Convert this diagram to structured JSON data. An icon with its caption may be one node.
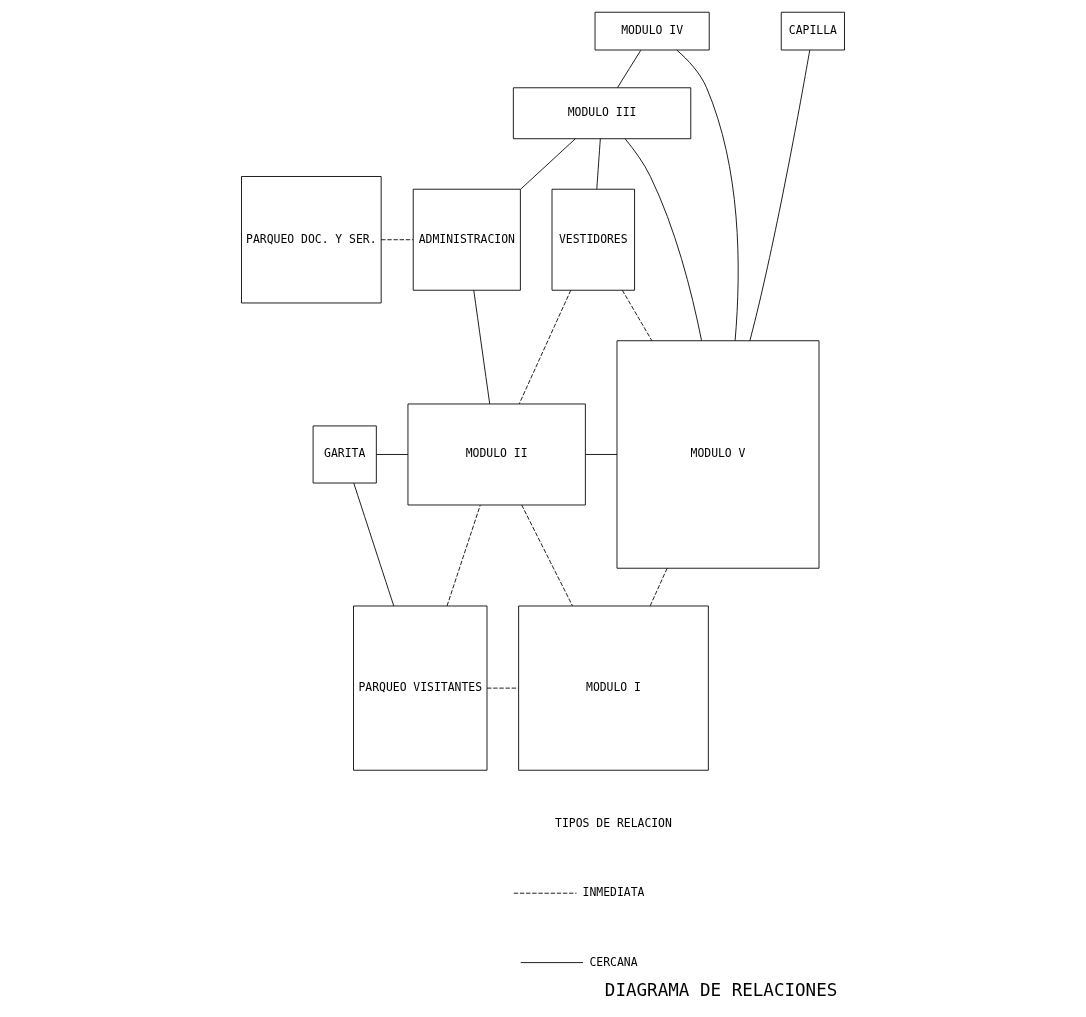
{
  "diagram": {
    "title": "DIAGRAMA DE RELACIONES",
    "nodes": [
      {
        "text": [
          "MODULO IV"
        ]
      },
      {
        "text": [
          "CAPILLA"
        ]
      },
      {
        "text": [
          "MODULO III"
        ]
      },
      {
        "text": [
          "PARQUEO DOC. Y SER."
        ]
      },
      {
        "text": [
          "ADMINISTRACION"
        ]
      },
      {
        "text": [
          "VESTIDORES"
        ]
      },
      {
        "text": [
          "GARITA"
        ]
      },
      {
        "text": [
          "MODULO II"
        ]
      },
      {
        "text": [
          "MODULO V"
        ]
      },
      {
        "text": [
          "PARQUEO VISITANTES"
        ]
      },
      {
        "text": [
          "MODULO I"
        ]
      }
    ],
    "edges": [
      {
        "from": 0,
        "to": 2,
        "arrow": "none"
      },
      {
        "from": 0,
        "to": 8,
        "arrow": "none"
      },
      {
        "from": 1,
        "to": 8,
        "arrow": "none"
      },
      {
        "from": 2,
        "to": 8,
        "arrow": "none"
      },
      {
        "from": 2,
        "to": 4,
        "arrow": "none"
      },
      {
        "from": 2,
        "to": 5,
        "arrow": "none"
      },
      {
        "from": 3,
        "to": 4,
        "arrow": "none",
        "style": "dashed"
      },
      {
        "from": 5,
        "to": 8,
        "arrow": "none",
        "style": "dashed"
      },
      {
        "from": 4,
        "to": 7,
        "arrow": "none"
      },
      {
        "from": 5,
        "to": 7,
        "arrow": "none",
        "style": "dashed"
      },
      {
        "from": 6,
        "to": 7,
        "arrow": "none"
      },
      {
        "from": 7,
        "to": 8,
        "arrow": "none"
      },
      {
        "from": 6,
        "to": 9,
        "arrow": "none"
      },
      {
        "from": 9,
        "to": 7,
        "arrow": "none",
        "style": "dashed"
      },
      {
        "from": 7,
        "to": 10,
        "arrow": "none",
        "style": "dashed"
      },
      {
        "from": 9,
        "to": 10,
        "arrow": "none",
        "style": "dashed"
      },
      {
        "from": 10,
        "to": 8,
        "arrow": "none",
        "style": "dashed"
      }
    ],
    "labels": [
      "TIPOS DE RELACION"
    ],
    "legend": [
      {
        "text": "INMEDIATA"
      },
      {
        "text": "CERCANA"
      }
    ]
  }
}
